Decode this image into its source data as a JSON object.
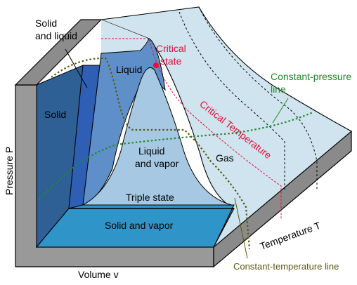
{
  "labels": {
    "solid_and_liquid_1": "Solid",
    "solid_and_liquid_2": "and liquid",
    "liquid": "Liquid",
    "critical_state_1": "Critical",
    "critical_state_2": "state",
    "constant_pressure_1": "Constant-pressure",
    "constant_pressure_2": "line",
    "solid": "Solid",
    "critical_temperature": "Critical Temperature",
    "liquid_and_vapor_1": "Liquid",
    "liquid_and_vapor_2": "and vapor",
    "gas": "Gas",
    "triple_state": "Triple state",
    "solid_and_vapor": "Solid and vapor",
    "pressure_axis": "Pressure  P",
    "temperature_axis": "Temperature  T",
    "constant_temperature": "Constant-temperature line",
    "volume_axis": "Volume  v"
  },
  "colors": {
    "block_gray": "#999999",
    "surface_light": "#cfe4ee",
    "solid_region": "#2f6095",
    "solid_liquid_region": "#2f5fb5",
    "liquid_region": "#5f8fc8",
    "liquid_vapor_region": "#a6c8e2",
    "solid_vapor_region": "#2f94c8",
    "critical_red": "#e8103a",
    "pressure_green": "#1f8a2a",
    "temperature_olive": "#5a5a12"
  }
}
